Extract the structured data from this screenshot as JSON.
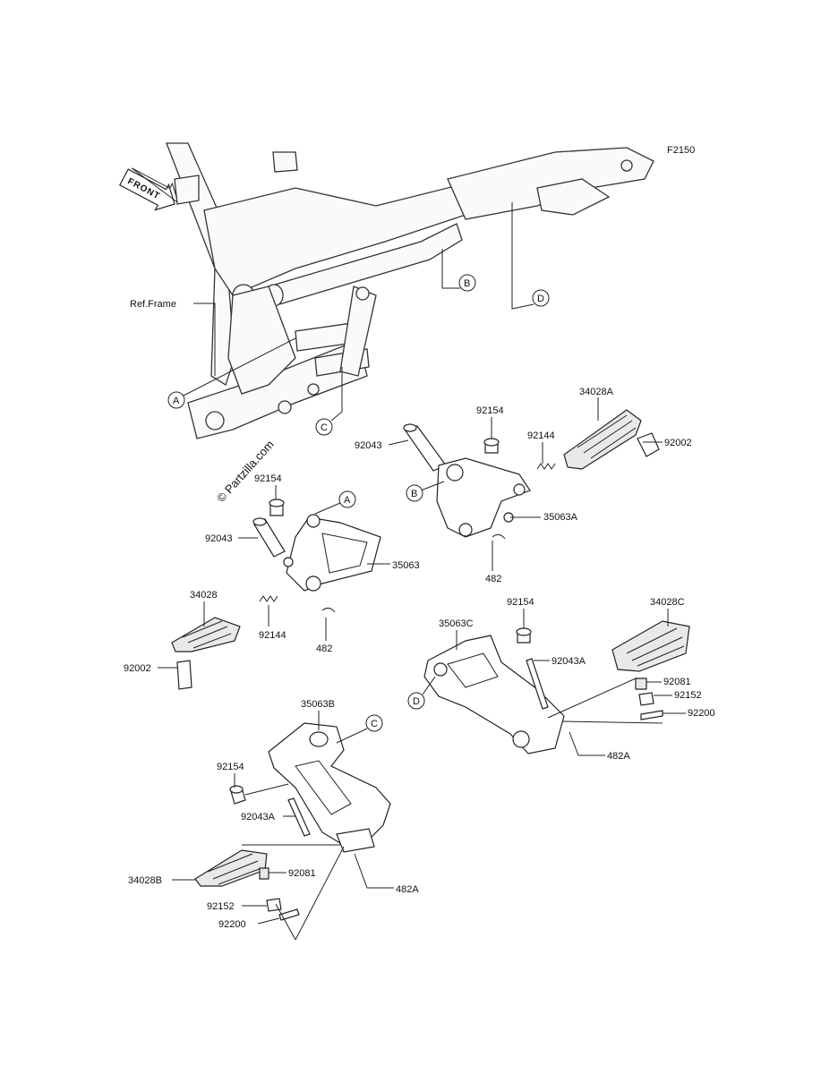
{
  "figure_code": "F2150",
  "ref_frame": "Ref.Frame",
  "front_label": "FRONT",
  "watermark": "© Partzilla.com",
  "callouts": [
    "A",
    "B",
    "C",
    "D"
  ],
  "parts": {
    "p92154_1": "92154",
    "p92043_1": "92043",
    "p92144_1": "92144",
    "p34028A": "34028A",
    "p92002_1": "92002",
    "p35063A": "35063A",
    "p482_1": "482",
    "p92154_2": "92154",
    "p92043_2": "92043",
    "p35063": "35063",
    "p34028": "34028",
    "p92144_2": "92144",
    "p482_2": "482",
    "p92002_2": "92002",
    "p92154_3": "92154",
    "p35063C": "35063C",
    "p92043A_1": "92043A",
    "p34028C": "34028C",
    "p92081_1": "92081",
    "p92152_1": "92152",
    "p92200_1": "92200",
    "p482A_1": "482A",
    "p35063B": "35063B",
    "p92154_4": "92154",
    "p92043A_2": "92043A",
    "p34028B": "34028B",
    "p92081_2": "92081",
    "p482A_2": "482A",
    "p92152_2": "92152",
    "p92200_2": "92200"
  }
}
